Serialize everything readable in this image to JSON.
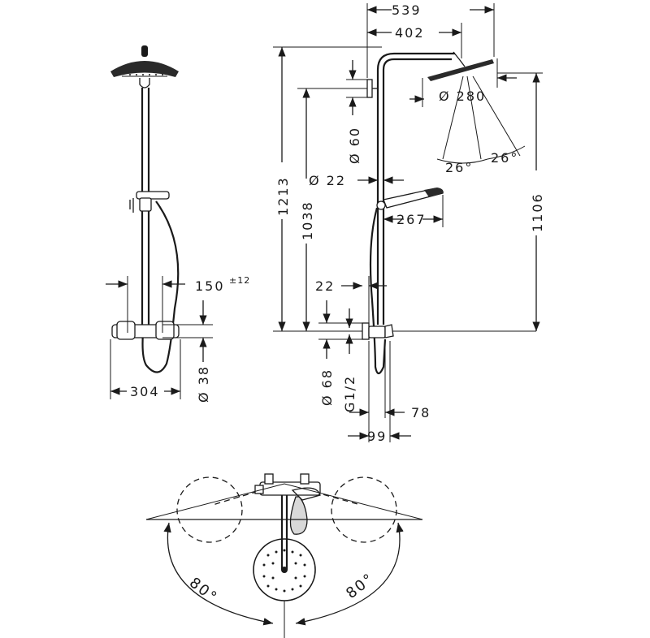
{
  "dimensions": {
    "d539": "539",
    "d402": "402",
    "d280": "Ø 280",
    "d60": "Ø 60",
    "d22v": "Ø 22",
    "d1213": "1213",
    "d1038": "1038",
    "d1106": "1106",
    "d267": "267",
    "d26a": "26°",
    "d26b": "26°",
    "d22h": "22",
    "d68": "Ø 68",
    "dG12": "G1/2",
    "d78": "78",
    "d99": "99",
    "d150": "150",
    "d150tol": "±12",
    "d304": "304",
    "d38": "Ø 38",
    "a80l": "80°",
    "a80r": "80°"
  }
}
